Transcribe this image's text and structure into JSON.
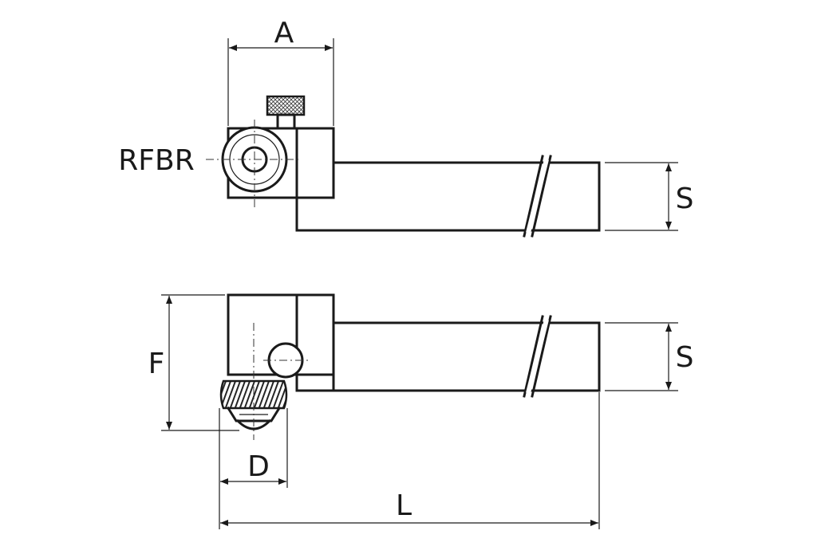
{
  "model_label": "RFBR",
  "dimensions": {
    "a": "A",
    "s_top": "S",
    "f": "F",
    "s_bottom": "S",
    "d": "D",
    "l": "L"
  }
}
